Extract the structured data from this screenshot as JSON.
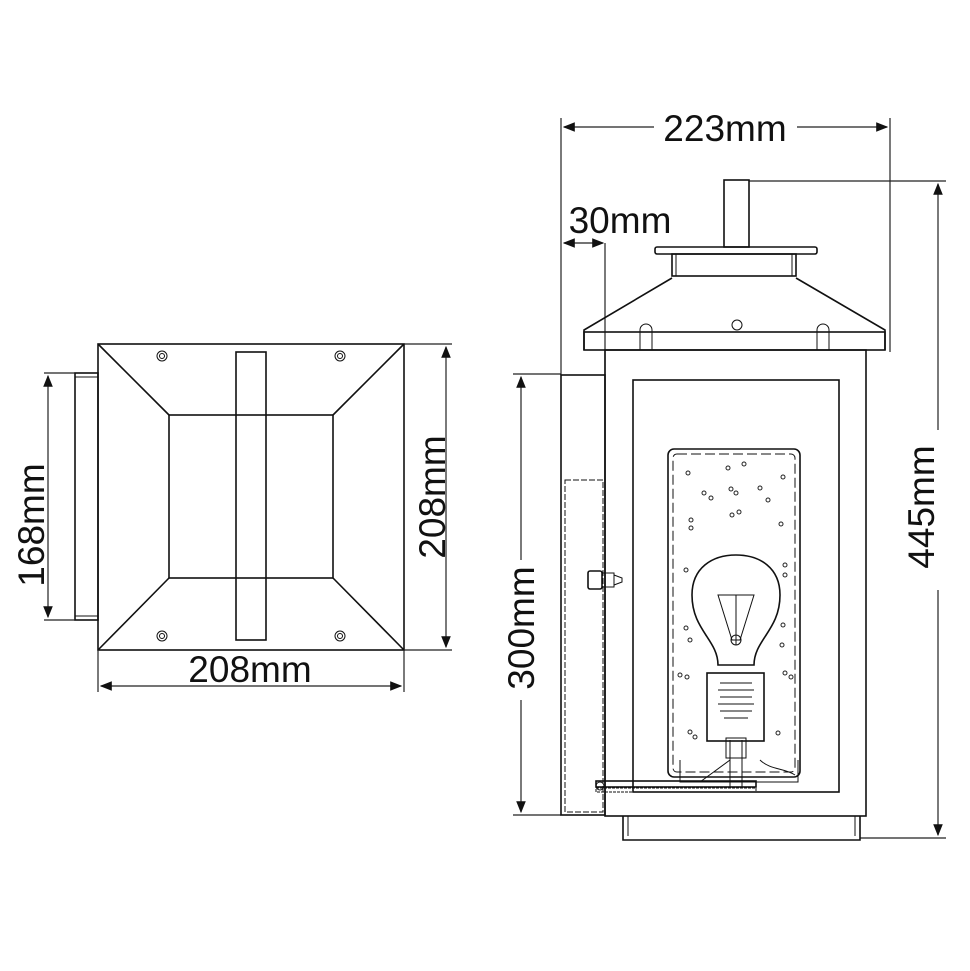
{
  "title": "Wall lantern dimension drawing",
  "front_view": {
    "width_label": "208mm",
    "height_label": "208mm",
    "backplate_label": "168mm"
  },
  "side_view": {
    "depth_label": "223mm",
    "offset_label": "30mm",
    "height_label": "445mm",
    "backplate_label": "300mm"
  },
  "colors": {
    "line": "#111111",
    "background": "#ffffff"
  }
}
